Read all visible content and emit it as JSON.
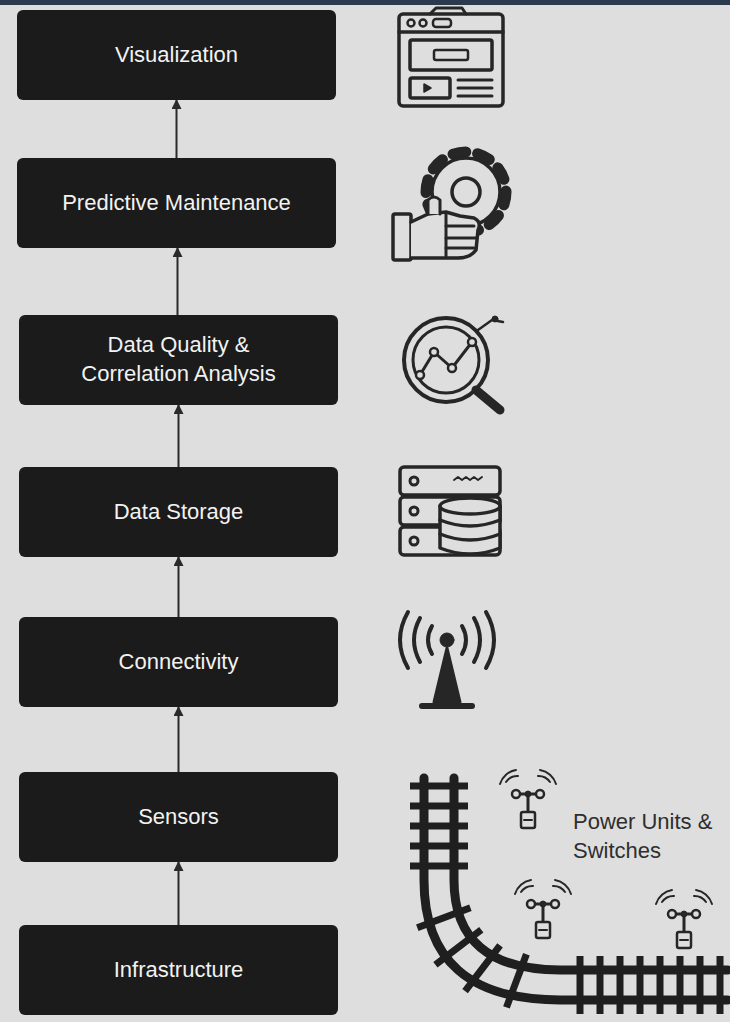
{
  "diagram": {
    "nodes": [
      {
        "text": [
          "Visualization"
        ]
      },
      {
        "text": [
          "Predictive Maintenance"
        ]
      },
      {
        "text": [
          "Data Quality & Correlation Analysis"
        ]
      },
      {
        "text": [
          "Data Storage"
        ]
      },
      {
        "text": [
          "Connectivity"
        ]
      },
      {
        "text": [
          "Sensors"
        ]
      },
      {
        "text": [
          "Infrastructure"
        ]
      }
    ],
    "edges": [
      {
        "from": 6,
        "to": 5,
        "arrow": "to"
      },
      {
        "from": 5,
        "to": 4,
        "arrow": "to"
      },
      {
        "from": 4,
        "to": 3,
        "arrow": "to"
      },
      {
        "from": 3,
        "to": 2,
        "arrow": "to"
      },
      {
        "from": 2,
        "to": 1,
        "arrow": "to"
      },
      {
        "from": 1,
        "to": 0,
        "arrow": "to"
      }
    ],
    "labels": [
      "Power Units & Switches"
    ]
  }
}
